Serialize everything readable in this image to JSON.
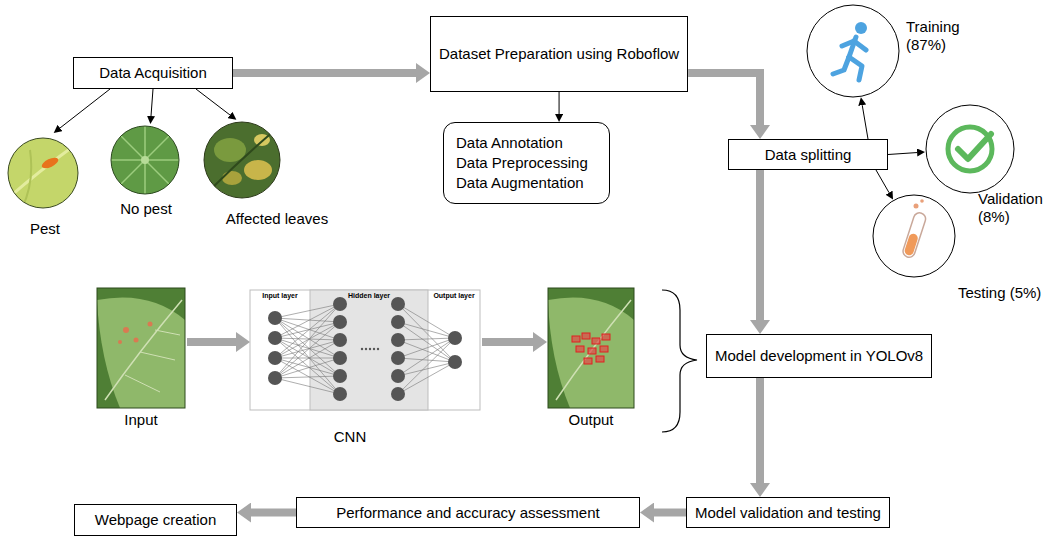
{
  "diagram": {
    "nodes": [
      {
        "text": [
          "Data Acquisition"
        ]
      },
      {
        "text": [
          "Dataset Preparation using Roboflow"
        ]
      },
      {
        "text": [
          "Data Annotation",
          "Data Preprocessing",
          "Data Augmentation"
        ]
      },
      {
        "text": [
          "Data splitting"
        ]
      },
      {
        "text": [
          "Training (87%)"
        ]
      },
      {
        "text": [
          "Validation (8%)"
        ]
      },
      {
        "text": [
          "Testing (5%)"
        ]
      },
      {
        "text": [
          "Model development in YOLOv8"
        ]
      },
      {
        "text": [
          "Model validation and testing"
        ]
      },
      {
        "text": [
          "Performance and accuracy assessment"
        ]
      },
      {
        "text": [
          "Webpage creation"
        ]
      }
    ],
    "edges": [
      {
        "from": 0,
        "to": 1,
        "arrow": "to"
      },
      {
        "from": 1,
        "to": 2,
        "arrow": "to"
      },
      {
        "from": 1,
        "to": 3,
        "arrow": "to"
      },
      {
        "from": 3,
        "to": 4,
        "arrow": "to"
      },
      {
        "from": 3,
        "to": 5,
        "arrow": "to"
      },
      {
        "from": 3,
        "to": 6,
        "arrow": "to"
      },
      {
        "from": 3,
        "to": 7,
        "arrow": "to"
      },
      {
        "from": 7,
        "to": 8,
        "arrow": "to"
      },
      {
        "from": 8,
        "to": 9,
        "arrow": "to"
      },
      {
        "from": 9,
        "to": 10,
        "arrow": "to"
      }
    ],
    "labels": [
      "Pest",
      "No pest",
      "Affected leaves",
      "Input layer",
      "Hidden layer",
      "Output layer",
      "Input",
      "CNN",
      "Output"
    ]
  }
}
